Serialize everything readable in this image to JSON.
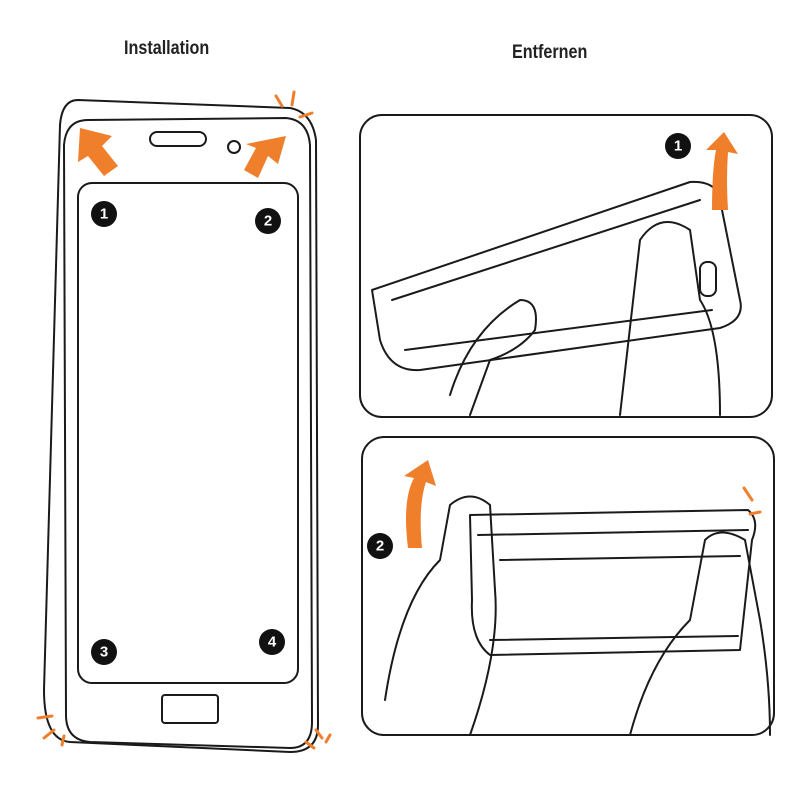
{
  "installation": {
    "title": "Installation",
    "steps": [
      "1",
      "2",
      "3",
      "4"
    ]
  },
  "removal": {
    "title": "Entfernen",
    "steps": [
      "1",
      "2"
    ]
  },
  "colors": {
    "accent": "#f07f2c",
    "line": "#1a1a1a"
  }
}
